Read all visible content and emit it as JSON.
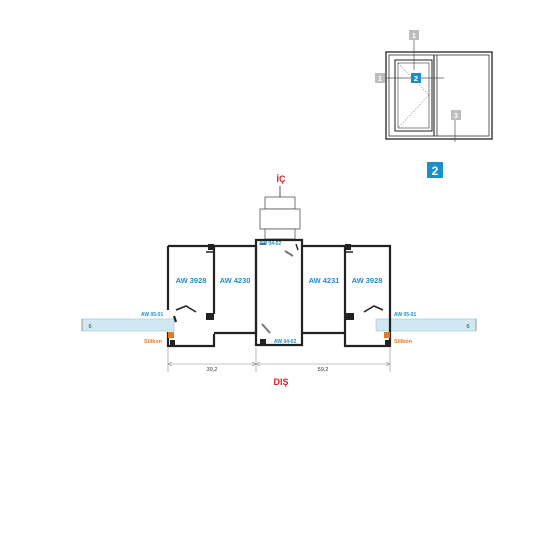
{
  "key_plan": {
    "marker_1_top": "1",
    "marker_1_left": "1",
    "marker_2": "2",
    "marker_3": "3"
  },
  "section_badge": "2",
  "inside_label": "İÇ",
  "outside_label": "DIŞ",
  "profiles": {
    "left_sash": "AW 3928",
    "left_mullion": "AW 4230",
    "right_mullion": "AW 4231",
    "right_sash": "AW 3928",
    "top_gasket": "AW 04-02",
    "bottom_gasket": "AW 04-02",
    "left_glazing": "AW 05-01",
    "right_glazing": "AW 05-01"
  },
  "sealant_left": "Silikon",
  "sealant_right": "Silikon",
  "glass_left": "6",
  "glass_right": "6",
  "dim_left": "39,2",
  "dim_right": "59,2",
  "colors": {
    "accent": "#1a8fc9",
    "red": "#d2232a",
    "orange": "#e07a1c",
    "glass": "#cfe8f2"
  }
}
